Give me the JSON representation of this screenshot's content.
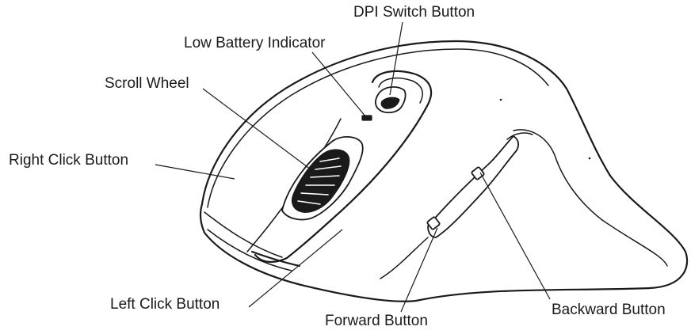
{
  "labels": {
    "dpi_switch_button": "DPI Switch Button",
    "low_battery_indicator": "Low Battery Indicator",
    "scroll_wheel": "Scroll Wheel",
    "right_click_button": "Right Click Button",
    "left_click_button": "Left Click Button",
    "forward_button": "Forward Button",
    "backward_button": "Backward Button"
  }
}
